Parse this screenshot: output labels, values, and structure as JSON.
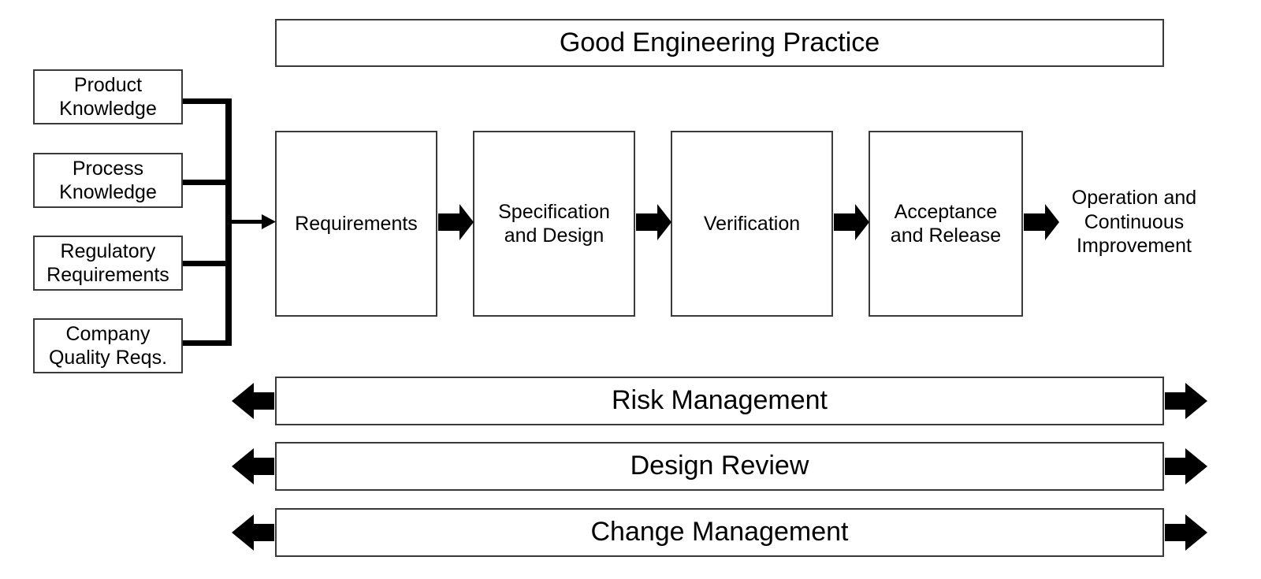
{
  "diagram": {
    "title_banner": {
      "label": "Good Engineering Practice"
    },
    "inputs": [
      {
        "label": "Product\nKnowledge",
        "line1": "Product",
        "line2": "Knowledge"
      },
      {
        "label": "Process\nKnowledge",
        "line1": "Process",
        "line2": "Knowledge"
      },
      {
        "label": "Regulatory\nRequirements",
        "line1": "Regulatory",
        "line2": "Requirements"
      },
      {
        "label": "Company\nQuality Reqs.",
        "line1": "Company",
        "line2": "Quality Reqs."
      }
    ],
    "stages": [
      {
        "line1": "Requirements",
        "line2": ""
      },
      {
        "line1": "Specification",
        "line2": "and Design"
      },
      {
        "line1": "Verification",
        "line2": ""
      },
      {
        "line1": "Acceptance",
        "line2": "and Release"
      }
    ],
    "outcome": {
      "line1": "Operation and",
      "line2": "Continuous",
      "line3": "Improvement"
    },
    "swimlanes": [
      {
        "label": "Risk Management"
      },
      {
        "label": "Design Review"
      },
      {
        "label": "Change Management"
      }
    ],
    "icons": {
      "flow_arrow": "right-arrow-icon",
      "bidirectional_left": "left-arrow-icon",
      "bidirectional_right": "right-arrow-icon",
      "feeder_arrow": "right-arrow-icon"
    },
    "colors": {
      "background": "#ffffff",
      "box_border": "#3a3a3a",
      "connector": "#000000",
      "text": "#000000"
    }
  }
}
